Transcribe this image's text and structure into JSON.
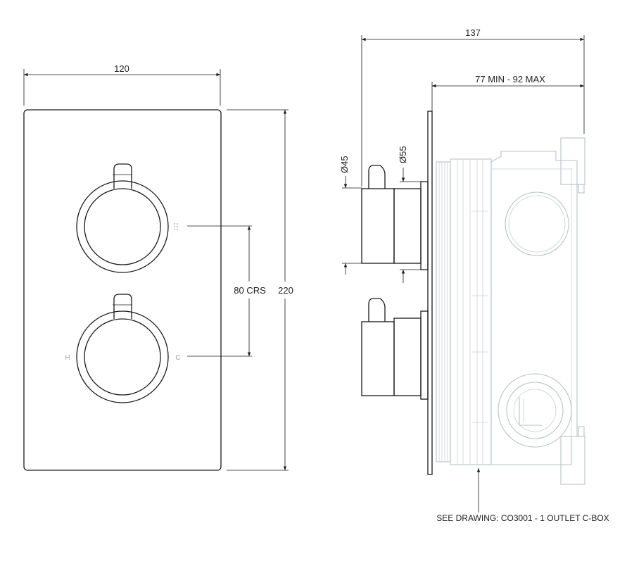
{
  "dimensions": {
    "overall_depth": "137",
    "wall_depth_range": "77 MIN - 92 MAX",
    "plate_width": "120",
    "plate_height": "220",
    "centres": "80 CRS",
    "handle_diameter": "Ø45",
    "collar_diameter": "Ø55"
  },
  "labels": {
    "hot": "H",
    "cold": "C"
  },
  "note": "SEE DRAWING: CO3001 - 1 OUTLET C-BOX",
  "colors": {
    "line": "#1a1a1a",
    "body_outline": "#b9c2c7"
  }
}
